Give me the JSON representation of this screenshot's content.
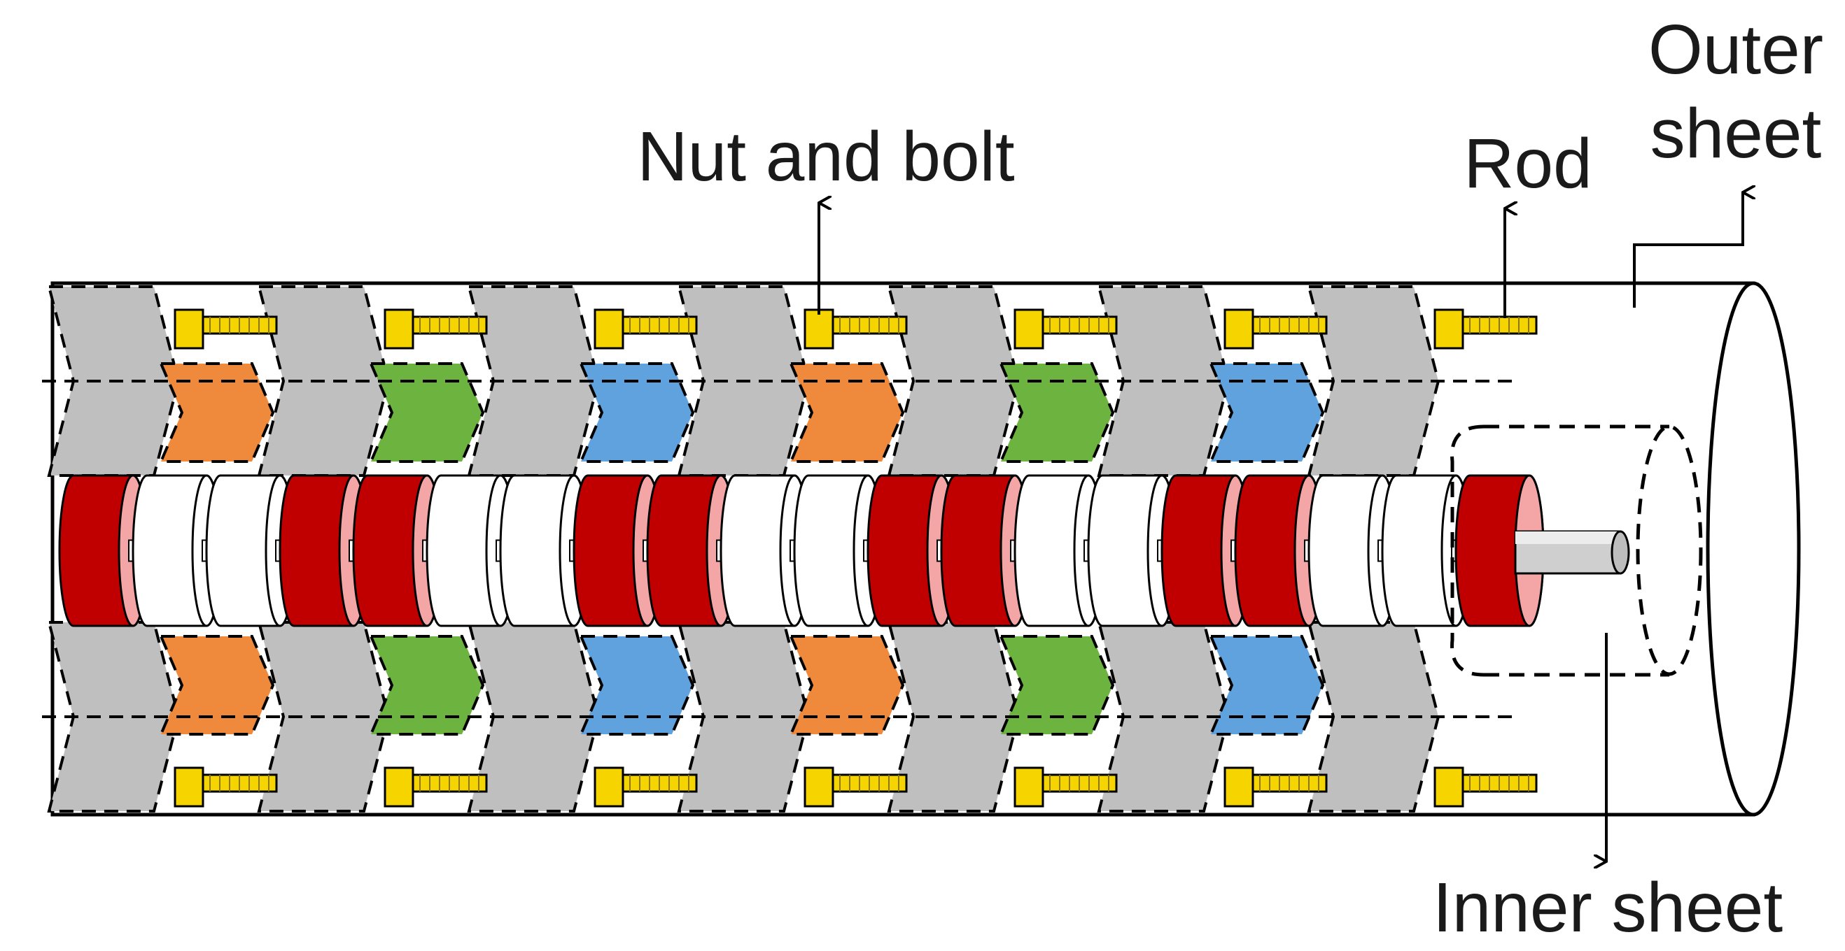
{
  "labels": {
    "nut_and_bolt": "Nut and bolt",
    "rod": "Rod",
    "outer_sheet_line1": "Outer",
    "outer_sheet_line2": "sheet",
    "inner_sheet": "Inner sheet"
  },
  "colors": {
    "segment": "#bfbfbf",
    "orange": "#ef8a3c",
    "green": "#6db33f",
    "blue": "#5fa2de",
    "magnet_red": "#c00000",
    "magnet_face": "#f4a6a6",
    "bolt": "#f5d400",
    "shaft": "#c8c8c8",
    "outline": "#000000"
  },
  "segment_pattern": [
    "orange",
    "green",
    "blue",
    "orange",
    "green",
    "blue"
  ]
}
